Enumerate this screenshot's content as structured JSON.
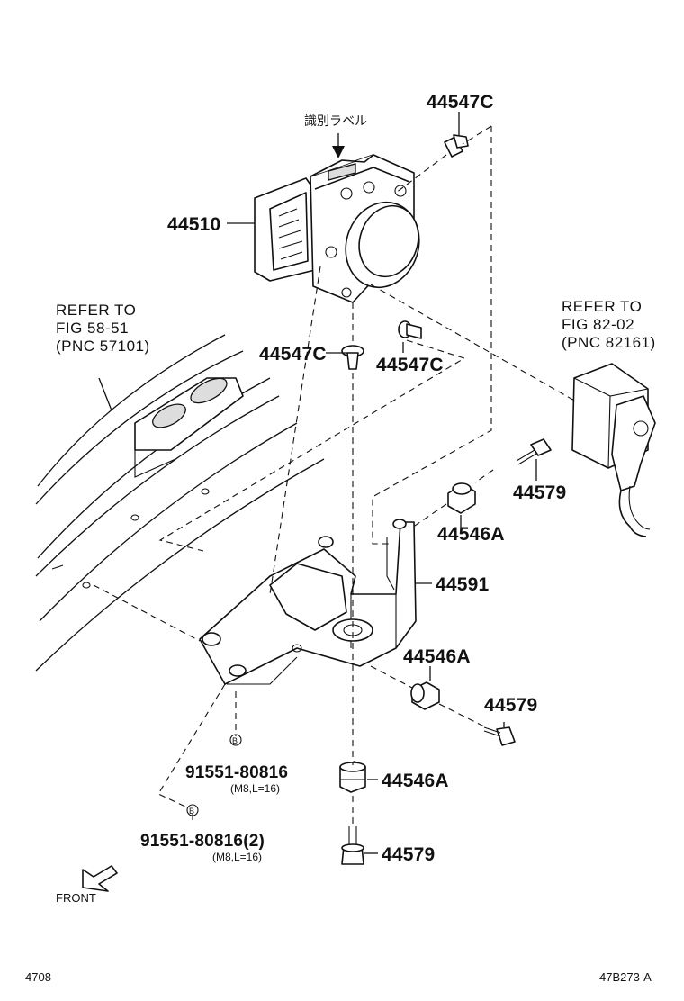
{
  "labels": {
    "id_label_jp": "識別ラベル",
    "p44547c_top": "44547C",
    "p44510": "44510",
    "p44547c_left": "44547C",
    "p44547c_right": "44547C",
    "p44579_a": "44579",
    "p44546a_a": "44546A",
    "p44591": "44591",
    "p44546a_b": "44546A",
    "p44579_b": "44579",
    "p44546a_c": "44546A",
    "p44579_c": "44579",
    "bolt_b1": "91551-80816",
    "bolt_b1_spec": "(M8,L=16)",
    "bolt_b2": "91551-80816(2)",
    "bolt_b2_spec": "(M8,L=16)",
    "marker_b": "B",
    "front": "FRONT"
  },
  "refs": {
    "left": {
      "line1": "REFER TO",
      "line2": "FIG 58-51",
      "line3": "(PNC 57101)"
    },
    "right": {
      "line1": "REFER TO",
      "line2": "FIG 82-02",
      "line3": "(PNC 82161)"
    }
  },
  "footer": {
    "page_number": "4708",
    "figure_code": "47B273-A"
  }
}
